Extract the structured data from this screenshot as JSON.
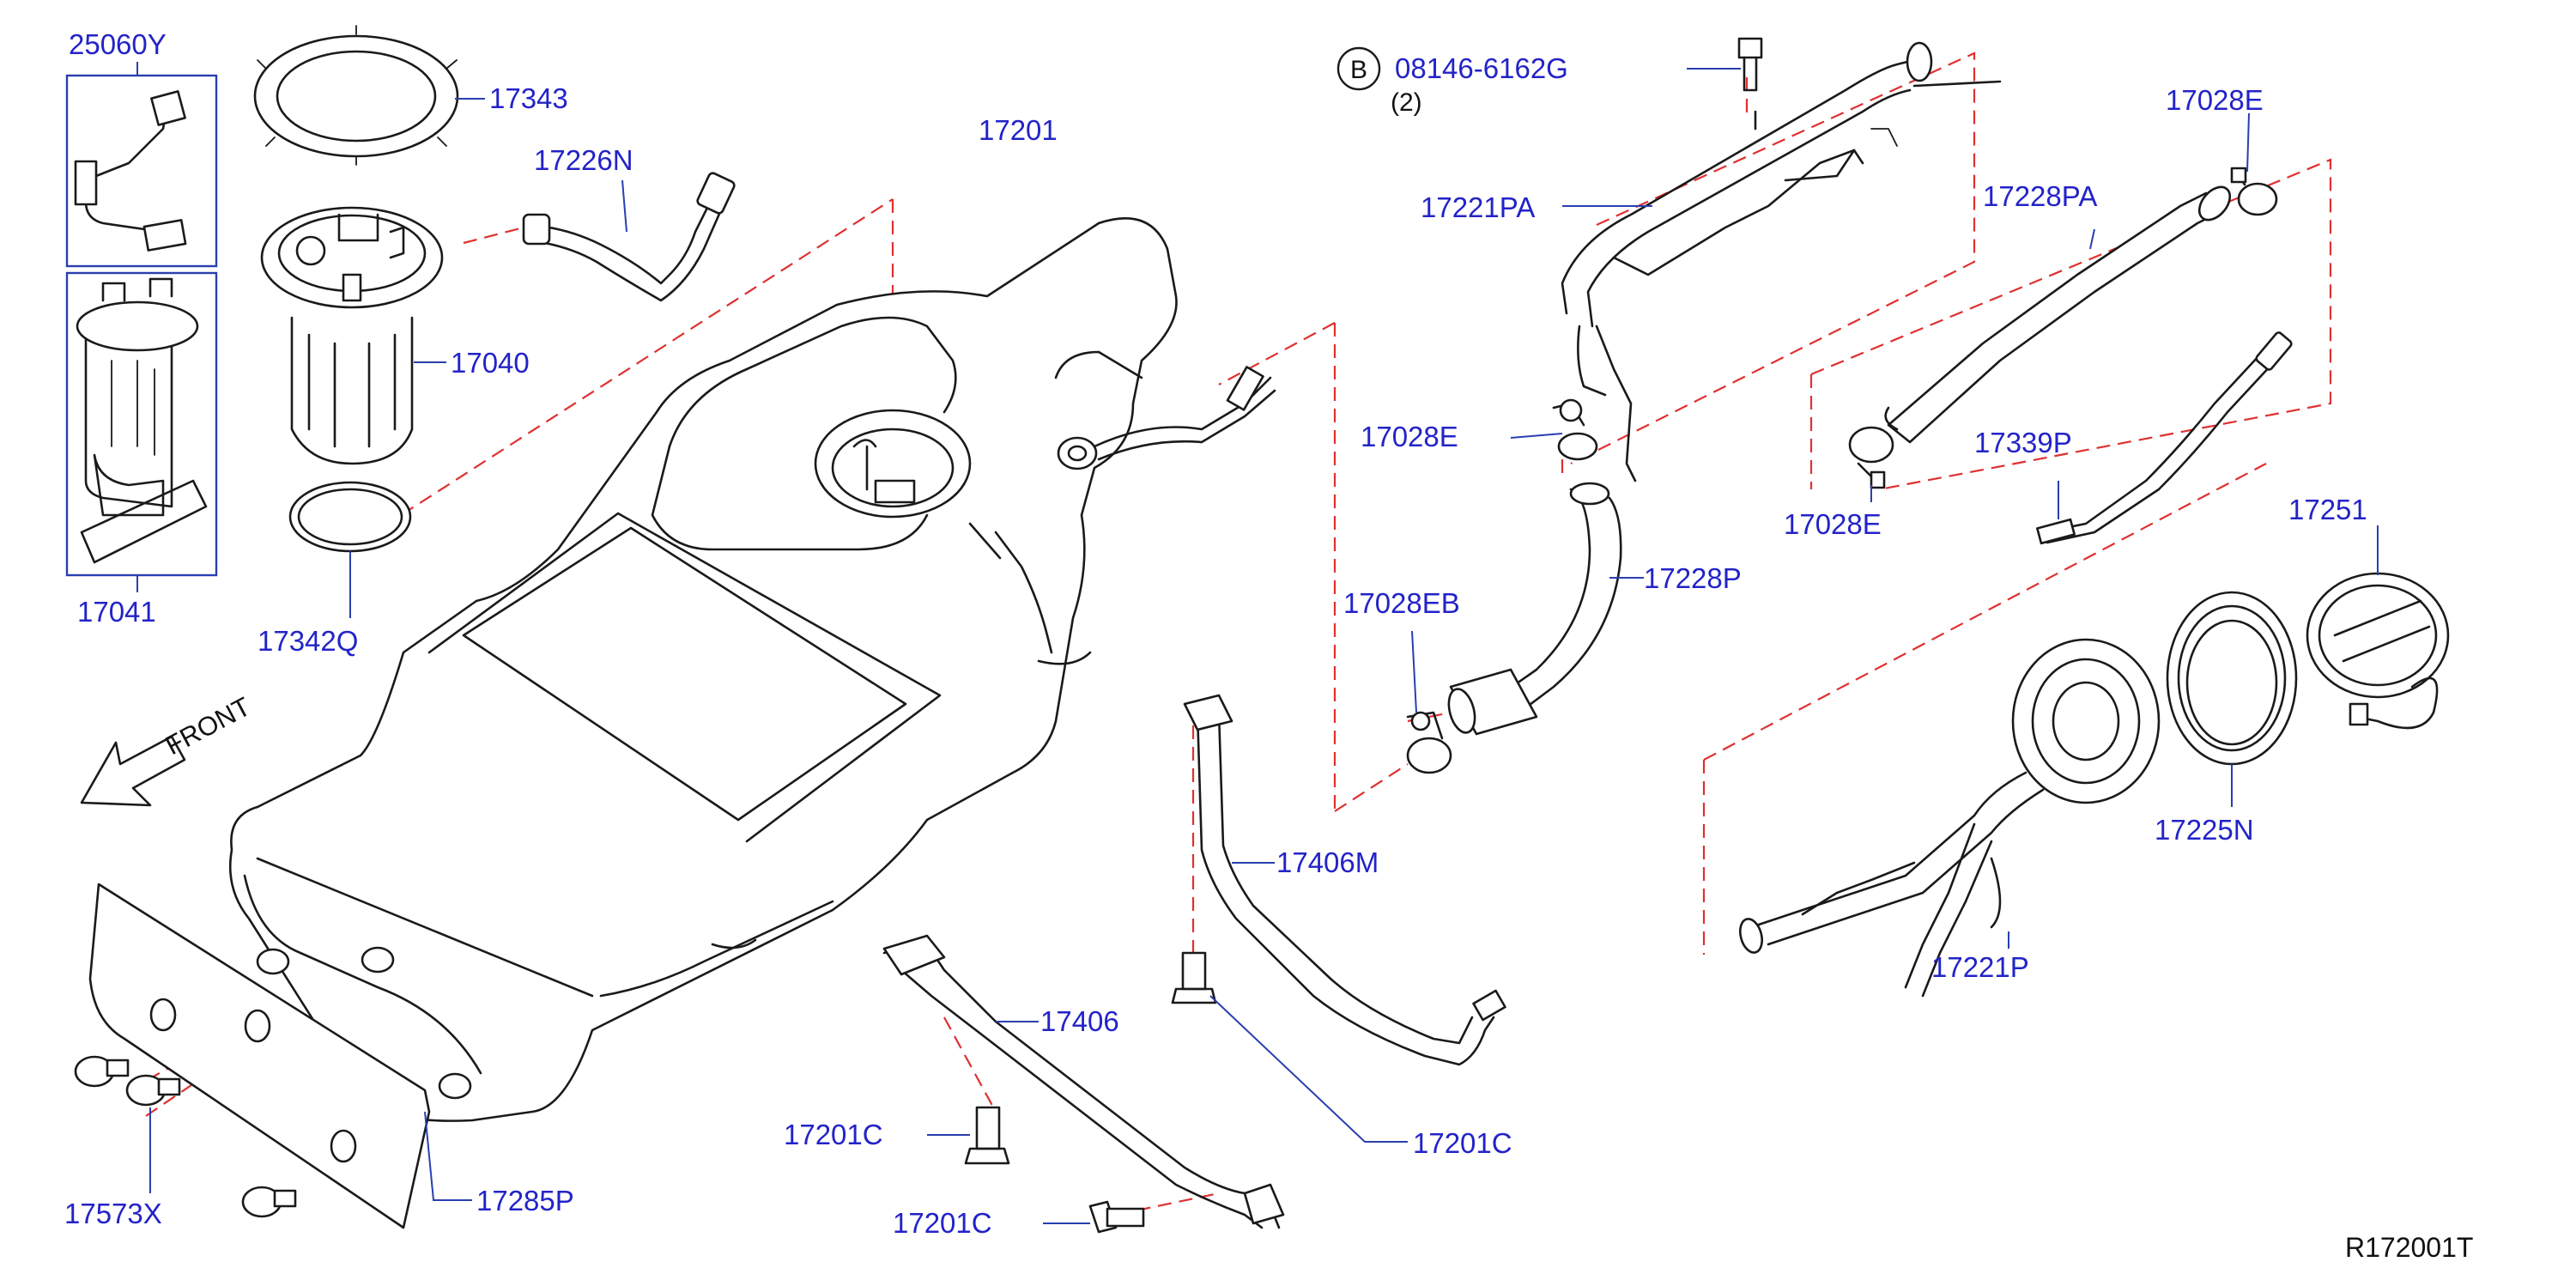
{
  "callouts": {
    "p25060Y": "25060Y",
    "p17343": "17343",
    "p17226N": "17226N",
    "p17201": "17201",
    "p17040": "17040",
    "p17041": "17041",
    "p17342Q": "17342Q",
    "p08146": "08146-6162G",
    "p08146_qty": "(2)",
    "p08146_badge": "B",
    "p17221PA": "17221PA",
    "p17028E_top": "17028E",
    "p17228PA": "17228PA",
    "p17028E_mid": "17028E",
    "p17028E_lower": "17028E",
    "p17339P": "17339P",
    "p17228P": "17228P",
    "p17028EB": "17028EB",
    "p17251": "17251",
    "p17406M": "17406M",
    "p17225N": "17225N",
    "p17221P": "17221P",
    "p17406": "17406",
    "p17201C_a": "17201C",
    "p17201C_b": "17201C",
    "p17201C_c": "17201C",
    "p17573X": "17573X",
    "p17285P": "17285P"
  },
  "front_label": "FRONT",
  "diagram_ref": "R172001T",
  "colors": {
    "callout_text": "#2323c8",
    "leader_line": "#2a3fb0",
    "hidden_line": "#e03030",
    "line_art": "#1a1a1a"
  }
}
